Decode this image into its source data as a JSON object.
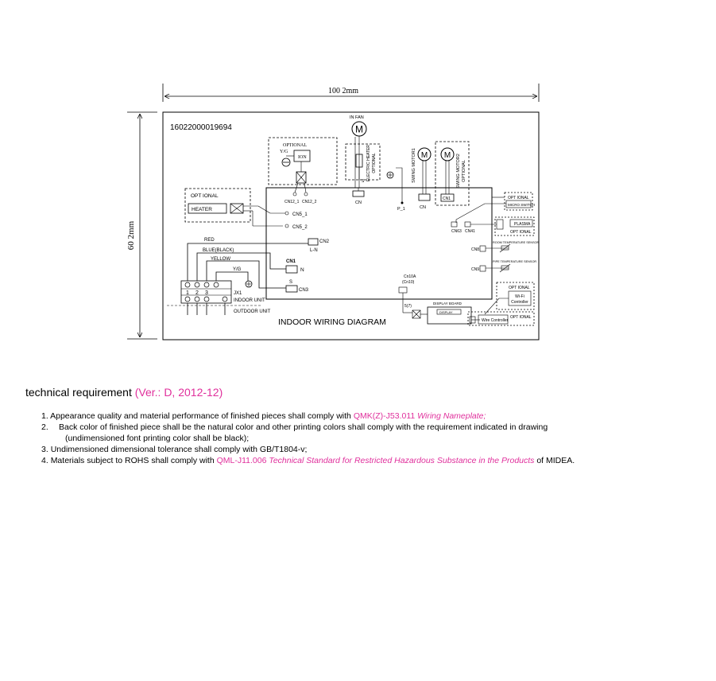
{
  "diagram": {
    "dim_width": "100 2mm",
    "dim_height": "60 2mm",
    "part_number": "16022000019694",
    "title": "INDOOR WIRING DIAGRAM",
    "in_fan": "IN FAN",
    "motor_symbol": "M",
    "optional": "OPTIONAL",
    "optional_spaced": "OPT IONAL",
    "yg": "Y/G",
    "ion": "ION",
    "cn12_1": "CN12_1",
    "cn12_2": "CN12_2",
    "heater": "HEATER",
    "cn5_1": "CN5_1",
    "cn5_2": "CN5_2",
    "cn2": "CN2",
    "l_in": "L-N",
    "cn1": "CN1",
    "n_label": "N",
    "s_label": "S",
    "cn3": "CN3",
    "red": "RED",
    "blue_black": "BLUE(BLACK)",
    "yellow": "YELLOW",
    "terminals": [
      "1",
      "2",
      "3"
    ],
    "jx1": "JX1",
    "indoor_unit": "INDOOR UNIT",
    "outdoor_unit": "OUTDOOR UNIT",
    "cn_fan": "CN",
    "p1": "P_1",
    "swing_motor1": "SWING MOTOR1",
    "swing_motor2": "SWING MOTOR2",
    "cn_m1": "CN",
    "cn_m2": "CN1",
    "optional_vert": "OPTIONAL",
    "electric_heater_vert": "ELECTRIC HEATER",
    "optional_vert2": "OPTIONAL",
    "micro_switch": "MICRO SWITCH",
    "plasma": "PLASMA",
    "cn63": "CN63",
    "cn41": "CN41",
    "cn8": "CN8",
    "cn9": "CN9",
    "room_sensor": "ROOM TEMPERATURE SENSOR",
    "pipe_sensor": "PIPE TEMPERATURE SENSOR",
    "cn10a": "Cn10A",
    "cn10": "(Cn10)",
    "pin_count": "5(7)",
    "display_board": "DISPLAY BOARD",
    "display_inner": "DISPLAY",
    "wifi": "Wi-Fi",
    "controller": "Controller",
    "wire_controller": "Wire Controller"
  },
  "requirements": {
    "title_prefix": "technical requirement",
    "title_version": "(Ver.: D, 2012-12)",
    "title_suffix": ")",
    "item1_num": "1.",
    "item1_text": "Appearance quality and material performance of finished pieces shall comply with",
    "item1_code": "QMK(Z)-J53.011",
    "item1_doc": "Wiring Nameplate;",
    "item2_num": "2.",
    "item2_text": "Back color of finished piece shall be the natural color and other printing colors shall comply with the requirement indicated in drawing",
    "item2_cont": "(undimensioned font printing color shall be black);",
    "item3_num": "3.",
    "item3_text": "Undimensioned dimensional tolerance shall comply with GB/T1804-v;",
    "item4_num": "4.",
    "item4_text": "Materials subject to ROHS shall comply with",
    "item4_code": "QML-J11.006",
    "item4_doc": "Technical Standard for Restricted Hazardous Substance in the Products",
    "item4_tail": "of MIDEA."
  }
}
